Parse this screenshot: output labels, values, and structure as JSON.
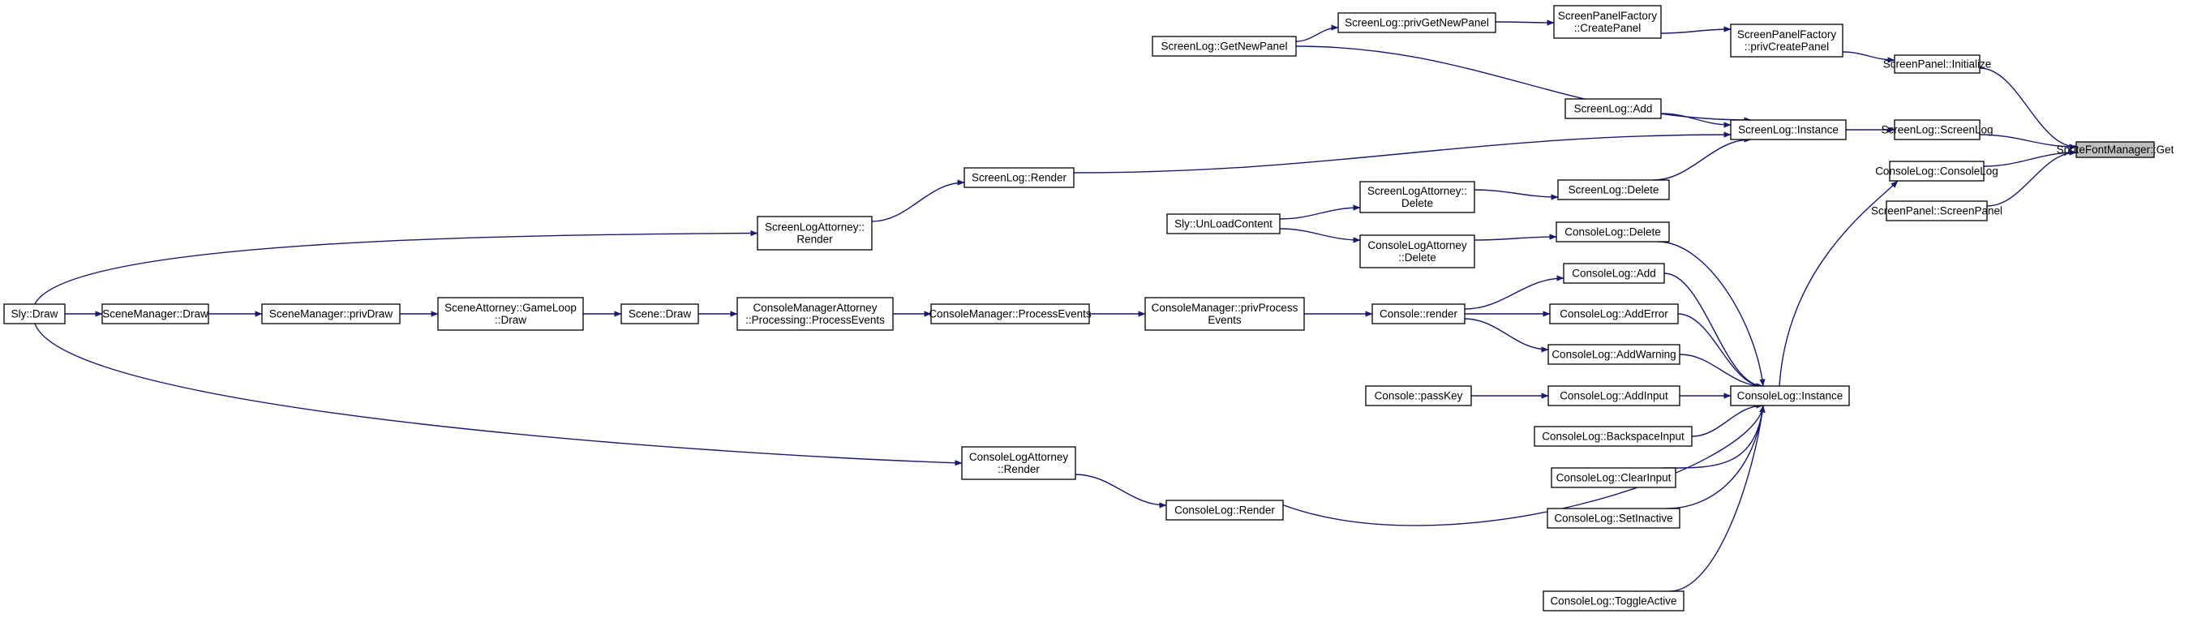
{
  "graph": {
    "colors": {
      "edge": "#191970",
      "node_border": "#000000",
      "node_fill": "#ffffff",
      "focus_fill": "#bfbfbf"
    },
    "nodes": [
      {
        "id": "sprite_get",
        "lines": [
          "SpriteFontManager::Get"
        ],
        "focus": true
      },
      {
        "id": "sp_initialize",
        "lines": [
          "ScreenPanel::Initialize"
        ]
      },
      {
        "id": "sl_screenlog",
        "lines": [
          "ScreenLog::ScreenLog"
        ]
      },
      {
        "id": "cl_consolelog",
        "lines": [
          "ConsoleLog::ConsoleLog"
        ]
      },
      {
        "id": "sp_screenpanel",
        "lines": [
          "ScreenPanel::ScreenPanel"
        ]
      },
      {
        "id": "spf_privcreate",
        "lines": [
          "ScreenPanelFactory",
          "::privCreatePanel"
        ]
      },
      {
        "id": "spf_create",
        "lines": [
          "ScreenPanelFactory",
          "::CreatePanel"
        ]
      },
      {
        "id": "sl_privgetnew",
        "lines": [
          "ScreenLog::privGetNewPanel"
        ]
      },
      {
        "id": "sl_getnew",
        "lines": [
          "ScreenLog::GetNewPanel"
        ]
      },
      {
        "id": "sl_instance",
        "lines": [
          "ScreenLog::Instance"
        ]
      },
      {
        "id": "sl_add",
        "lines": [
          "ScreenLog::Add"
        ]
      },
      {
        "id": "sl_delete",
        "lines": [
          "ScreenLog::Delete"
        ]
      },
      {
        "id": "sl_render",
        "lines": [
          "ScreenLog::Render"
        ]
      },
      {
        "id": "sla_delete",
        "lines": [
          "ScreenLogAttorney::",
          "Delete"
        ]
      },
      {
        "id": "sly_unload",
        "lines": [
          "Sly::UnLoadContent"
        ]
      },
      {
        "id": "cla_delete",
        "lines": [
          "ConsoleLogAttorney",
          "::Delete"
        ]
      },
      {
        "id": "cl_delete",
        "lines": [
          "ConsoleLog::Delete"
        ]
      },
      {
        "id": "sla_render",
        "lines": [
          "ScreenLogAttorney::",
          "Render"
        ]
      },
      {
        "id": "sly_draw",
        "lines": [
          "Sly::Draw"
        ]
      },
      {
        "id": "scm_draw",
        "lines": [
          "SceneManager::Draw"
        ]
      },
      {
        "id": "scm_privdraw",
        "lines": [
          "SceneManager::privDraw"
        ]
      },
      {
        "id": "sa_gameloop",
        "lines": [
          "SceneAttorney::GameLoop",
          "::Draw"
        ]
      },
      {
        "id": "scene_draw",
        "lines": [
          "Scene::Draw"
        ]
      },
      {
        "id": "cma_process",
        "lines": [
          "ConsoleManagerAttorney",
          "::Processing::ProcessEvents"
        ]
      },
      {
        "id": "cm_process",
        "lines": [
          "ConsoleManager::ProcessEvents"
        ]
      },
      {
        "id": "cm_privprocess",
        "lines": [
          "ConsoleManager::privProcess",
          "Events"
        ]
      },
      {
        "id": "console_render",
        "lines": [
          "Console::render"
        ]
      },
      {
        "id": "cl_add",
        "lines": [
          "ConsoleLog::Add"
        ]
      },
      {
        "id": "cl_adderror",
        "lines": [
          "ConsoleLog::AddError"
        ]
      },
      {
        "id": "cl_addwarning",
        "lines": [
          "ConsoleLog::AddWarning"
        ]
      },
      {
        "id": "console_passkey",
        "lines": [
          "Console::passKey"
        ]
      },
      {
        "id": "cl_addinput",
        "lines": [
          "ConsoleLog::AddInput"
        ]
      },
      {
        "id": "cl_instance",
        "lines": [
          "ConsoleLog::Instance"
        ]
      },
      {
        "id": "cl_backspace",
        "lines": [
          "ConsoleLog::BackspaceInput"
        ]
      },
      {
        "id": "cl_clearinput",
        "lines": [
          "ConsoleLog::ClearInput"
        ]
      },
      {
        "id": "cl_setinactive",
        "lines": [
          "ConsoleLog::SetInactive"
        ]
      },
      {
        "id": "cl_toggle",
        "lines": [
          "ConsoleLog::ToggleActive"
        ]
      },
      {
        "id": "cla_render",
        "lines": [
          "ConsoleLogAttorney",
          "::Render"
        ]
      },
      {
        "id": "cl_render",
        "lines": [
          "ConsoleLog::Render"
        ]
      }
    ],
    "edges": [
      {
        "from": "sp_initialize",
        "to": "sprite_get"
      },
      {
        "from": "sl_screenlog",
        "to": "sprite_get"
      },
      {
        "from": "cl_consolelog",
        "to": "sprite_get"
      },
      {
        "from": "sp_screenpanel",
        "to": "sprite_get"
      },
      {
        "from": "spf_privcreate",
        "to": "sp_initialize"
      },
      {
        "from": "spf_create",
        "to": "spf_privcreate"
      },
      {
        "from": "sl_privgetnew",
        "to": "spf_create"
      },
      {
        "from": "sl_getnew",
        "to": "sl_privgetnew"
      },
      {
        "from": "sl_instance",
        "to": "sl_screenlog"
      },
      {
        "from": "sl_getnew",
        "to": "sl_instance"
      },
      {
        "from": "sl_add",
        "to": "sl_instance"
      },
      {
        "from": "sl_render",
        "to": "sl_instance"
      },
      {
        "from": "sl_delete",
        "to": "sl_instance"
      },
      {
        "from": "sla_delete",
        "to": "sl_delete"
      },
      {
        "from": "sly_unload",
        "to": "sla_delete"
      },
      {
        "from": "sly_unload",
        "to": "cla_delete"
      },
      {
        "from": "cla_delete",
        "to": "cl_delete"
      },
      {
        "from": "sla_render",
        "to": "sl_render"
      },
      {
        "from": "sly_draw",
        "to": "sla_render"
      },
      {
        "from": "sly_draw",
        "to": "scm_draw"
      },
      {
        "from": "scm_draw",
        "to": "scm_privdraw"
      },
      {
        "from": "scm_privdraw",
        "to": "sa_gameloop"
      },
      {
        "from": "sa_gameloop",
        "to": "scene_draw"
      },
      {
        "from": "scene_draw",
        "to": "cma_process"
      },
      {
        "from": "cma_process",
        "to": "cm_process"
      },
      {
        "from": "cm_process",
        "to": "cm_privprocess"
      },
      {
        "from": "cm_privprocess",
        "to": "console_render"
      },
      {
        "from": "console_render",
        "to": "cl_add"
      },
      {
        "from": "console_render",
        "to": "cl_adderror"
      },
      {
        "from": "console_render",
        "to": "cl_addwarning"
      },
      {
        "from": "console_passkey",
        "to": "cl_addinput"
      },
      {
        "from": "cl_instance",
        "to": "cl_consolelog"
      },
      {
        "from": "cl_delete",
        "to": "cl_instance"
      },
      {
        "from": "cl_add",
        "to": "cl_instance"
      },
      {
        "from": "cl_adderror",
        "to": "cl_instance"
      },
      {
        "from": "cl_addwarning",
        "to": "cl_instance"
      },
      {
        "from": "cl_addinput",
        "to": "cl_instance"
      },
      {
        "from": "cl_backspace",
        "to": "cl_instance"
      },
      {
        "from": "cl_clearinput",
        "to": "cl_instance"
      },
      {
        "from": "cl_setinactive",
        "to": "cl_instance"
      },
      {
        "from": "cl_toggle",
        "to": "cl_instance"
      },
      {
        "from": "cl_render",
        "to": "cl_instance"
      },
      {
        "from": "sly_draw",
        "to": "cla_render"
      },
      {
        "from": "cla_render",
        "to": "cl_render"
      }
    ]
  }
}
